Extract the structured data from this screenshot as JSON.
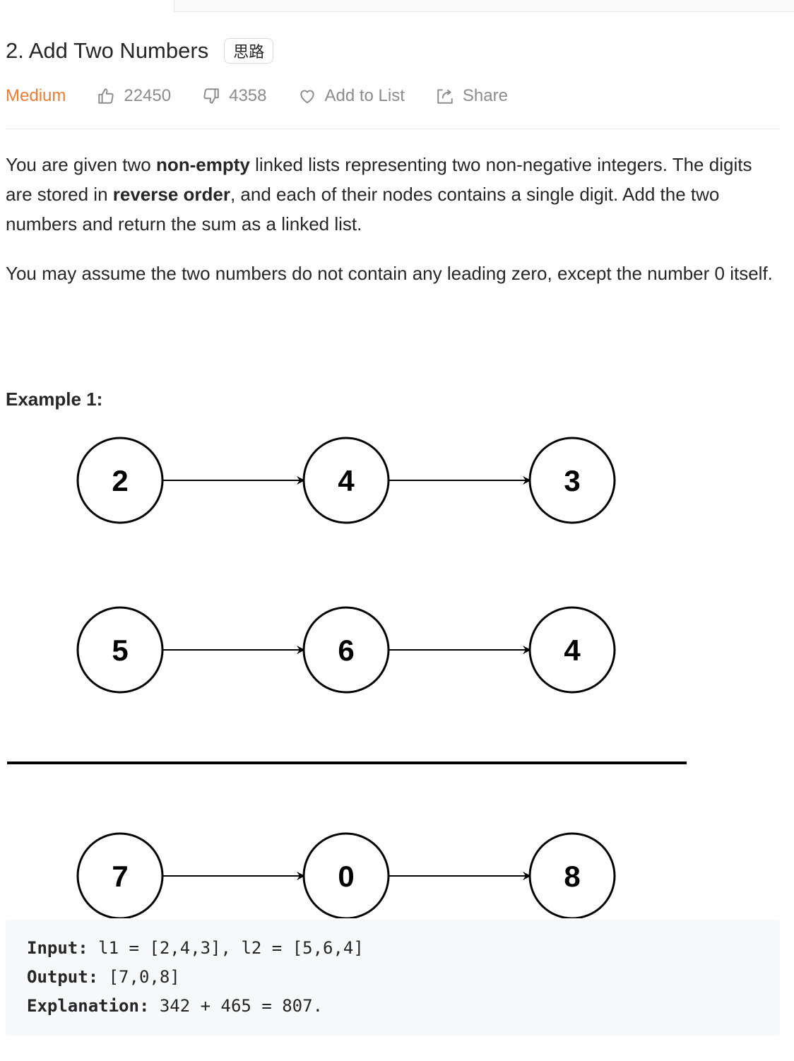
{
  "problem": {
    "title": "2. Add Two Numbers",
    "hint_badge": "思路",
    "difficulty": "Medium",
    "likes": "22450",
    "dislikes": "4358",
    "add_to_list": "Add to List",
    "share": "Share"
  },
  "description": {
    "p1_a": "You are given two ",
    "p1_b": "non-empty",
    "p1_c": " linked lists representing two non-negative integers. The digits are stored in ",
    "p1_d": "reverse order",
    "p1_e": ", and each of their nodes contains a single digit. Add the two numbers and return the sum as a linked list.",
    "p2": "You may assume the two numbers do not contain any leading zero, except the number 0 itself."
  },
  "example": {
    "heading": "Example 1:",
    "lists": [
      [
        "2",
        "4",
        "3"
      ],
      [
        "5",
        "6",
        "4"
      ],
      [
        "7",
        "0",
        "8"
      ]
    ],
    "input_label": "Input:",
    "input_value": " l1 = [2,4,3], l2 = [5,6,4]",
    "output_label": "Output:",
    "output_value": " [7,0,8]",
    "explanation_label": "Explanation:",
    "explanation_value": " 342 + 465 = 807."
  },
  "colors": {
    "difficulty_medium": "#ef7d31",
    "meta_gray": "#8c8c8c",
    "code_bg": "#f7f8fa"
  },
  "icons": [
    "thumbs-up-icon",
    "thumbs-down-icon",
    "heart-icon",
    "share-icon"
  ]
}
